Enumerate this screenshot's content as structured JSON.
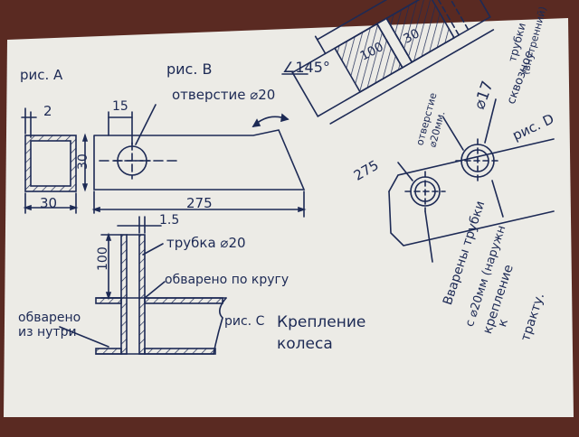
{
  "colors": {
    "table": "#5a2a22",
    "paper": "#ecebe6",
    "ink": "#1d2a55"
  },
  "fig_a": {
    "label": "рис. A",
    "wall": "2",
    "side": "30"
  },
  "fig_b": {
    "label": "рис. B",
    "hole_note": "отверстие ⌀20",
    "dim_15": "15",
    "dim_30": "30",
    "length": "275",
    "angle": "∠145°"
  },
  "fig_c": {
    "label": "рис. C",
    "title_line1": "Крепление",
    "title_line2": "колеса",
    "wall": "1.5",
    "height": "100",
    "tube_note": "трубка ⌀20",
    "weld_around": "обварено по кругу",
    "weld_inside_1": "обварено",
    "weld_inside_2": "из нутри"
  },
  "fig_d": {
    "label": "рис. D",
    "dim_100": "100",
    "dim_30": "30",
    "dim_275": "275",
    "hole_note_1": "отверстие",
    "hole_note_2": "⌀20мм.",
    "dia_17": "⌀17",
    "through": "сквозное",
    "tubes_1": "трубки",
    "tubes_2": "(внутренний)",
    "welded_1": "Вварены трубки",
    "welded_2": "с ⌀20мм (наружн",
    "welded_3": "крепление",
    "welded_4": "к",
    "welded_5": "тракту."
  }
}
